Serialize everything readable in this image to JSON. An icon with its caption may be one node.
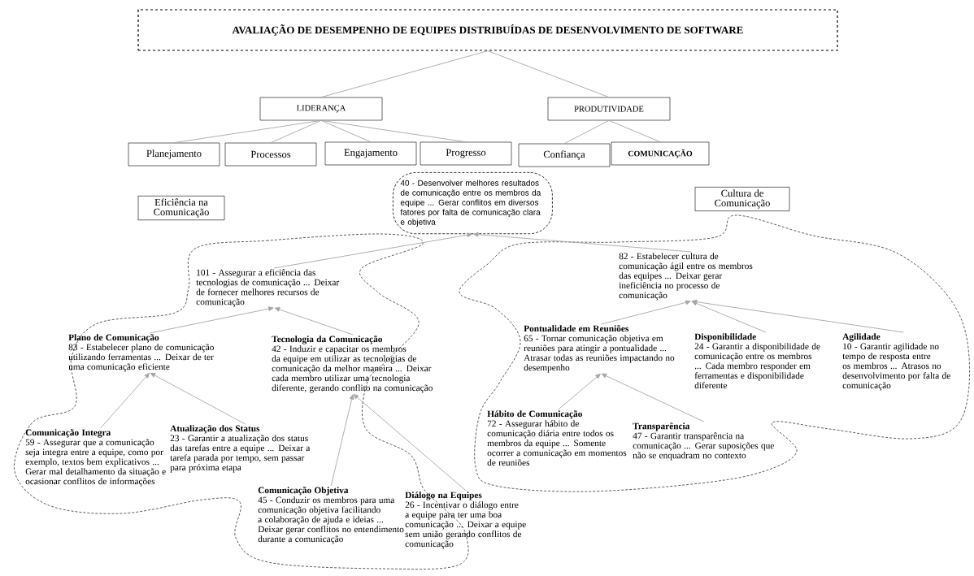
{
  "diagram": {
    "nodes": [
      {
        "text": [
          "AVALIAÇÃO DE DESEMPENHO DE EQUIPES DISTRIBUÍDAS DE DESENVOLVIMENTO DE SOFTWARE"
        ]
      },
      {
        "text": [
          "LIDERANÇA"
        ]
      },
      {
        "text": [
          "PRODUTIVIDADE"
        ]
      },
      {
        "text": [
          "Planejamento"
        ]
      },
      {
        "text": [
          "Processos"
        ]
      },
      {
        "text": [
          "Engajamento"
        ]
      },
      {
        "text": [
          "Progresso"
        ]
      },
      {
        "text": [
          "Confiança"
        ]
      },
      {
        "text": [
          "COMUNICAÇÃO"
        ]
      },
      {
        "text": [
          "Eficiência na Comunicação"
        ]
      },
      {
        "text": [
          "Cultura de Comunicação"
        ]
      },
      {
        "text": [
          "40 - Desenvolver melhores resultados de comunicação entre os membros da equipe ... Gerar conflitos em diversos fatores por falta de comunicação clara e objetiva"
        ]
      },
      {
        "text": [
          "101 - Assegurar a eficiência das tecnologias de comunicação ... Deixar de fornecer melhores recursos de comunicação"
        ]
      },
      {
        "text": [
          "82 - Estabelecer cultura de comunicação ágil entre os membros das equipes ... Deixar gerar ineficiência no processo de comunicação"
        ]
      },
      {
        "text": [
          "Plano de Comunicação",
          "83 - Estabelecer plano de comunicação utilizando ferramentas ... Deixar de ter uma comunicação eficiente"
        ]
      },
      {
        "text": [
          "Tecnologia da Comunicação",
          "42 - Induzir e capacitar os membros da equipe em utilizar as tecnologias de comunicação da melhor maneira ... Deixar cada membro utilizar uma tecnologia diferente, gerando conflito na comunicação"
        ]
      },
      {
        "text": [
          "Pontualidade em Reuniões",
          "65 - Tornar comunicação objetiva em reuniões para atingir a pontualidade ... Atrasar todas as reuniões impactando no desempenho"
        ]
      },
      {
        "text": [
          "Disponibilidade",
          "24 - Garantir a disponibilidade de comunicação entre os membros ... Cada membro responder em ferramentas e disponibilidade diferente"
        ]
      },
      {
        "text": [
          "Agilidade",
          "10 - Garantir agilidade no tempo de resposta entre os membros ... Atrasos no desenvolvimento por falta de comunicação"
        ]
      },
      {
        "text": [
          "Comunicação Integra",
          "59 - Assegurar que a comunicação seja integra entre a equipe, como por exemplo, textos bem explicativos ... Gerar mal detalhamento da situação e ocasionar conflitos de informações"
        ]
      },
      {
        "text": [
          "Atualização dos Status",
          "23 - Garantir a atualização dos status das tarefas entre a equipe ... Deixar a tarefa parada por tempo, sem passar para próxima etapa"
        ]
      },
      {
        "text": [
          "Comunicação Objetiva",
          "45 - Conduzir os membros para uma comunicação objetiva facilitando a colaboração de ajuda e ideias ... Deixar gerar conflitos no entendimento durante a comunicação"
        ]
      },
      {
        "text": [
          "Diálogo na Equipes",
          "26 - Incentivar o diálogo entre a equipe para ter uma boa comunicação ... Deixar a equipe sem união gerando conflitos de comunicação"
        ]
      },
      {
        "text": [
          "Hábito de Comunicação",
          "72 - Assegurar hábito de comunicação diária entre todos os membros da equipe ... Somente ocorrer a comunicação em momentos de reuniões"
        ]
      },
      {
        "text": [
          "Transparência",
          "47 - Garantir transparência na comunicação ... Gerar suposições que não se enquadram no contexto"
        ]
      }
    ],
    "edges": [
      {
        "from": 0,
        "to": 1,
        "arrow": "none"
      },
      {
        "from": 0,
        "to": 2,
        "arrow": "none"
      },
      {
        "from": 1,
        "to": 3,
        "arrow": "none"
      },
      {
        "from": 1,
        "to": 4,
        "arrow": "none"
      },
      {
        "from": 1,
        "to": 5,
        "arrow": "none"
      },
      {
        "from": 1,
        "to": 6,
        "arrow": "none"
      },
      {
        "from": 2,
        "to": 7,
        "arrow": "none"
      },
      {
        "from": 2,
        "to": 8,
        "arrow": "none"
      },
      {
        "from": 12,
        "to": 11,
        "arrow": "to"
      },
      {
        "from": 13,
        "to": 11,
        "arrow": "to"
      },
      {
        "from": 14,
        "to": 12,
        "arrow": "to"
      },
      {
        "from": 15,
        "to": 12,
        "arrow": "to"
      },
      {
        "from": 19,
        "to": 14,
        "arrow": "to"
      },
      {
        "from": 20,
        "to": 14,
        "arrow": "to"
      },
      {
        "from": 21,
        "to": 15,
        "arrow": "to"
      },
      {
        "from": 22,
        "to": 15,
        "arrow": "to"
      },
      {
        "from": 16,
        "to": 13,
        "arrow": "to"
      },
      {
        "from": 17,
        "to": 13,
        "arrow": "to"
      },
      {
        "from": 18,
        "to": 13,
        "arrow": "to"
      },
      {
        "from": 23,
        "to": 16,
        "arrow": "to"
      },
      {
        "from": 24,
        "to": 16,
        "arrow": "to"
      }
    ]
  }
}
